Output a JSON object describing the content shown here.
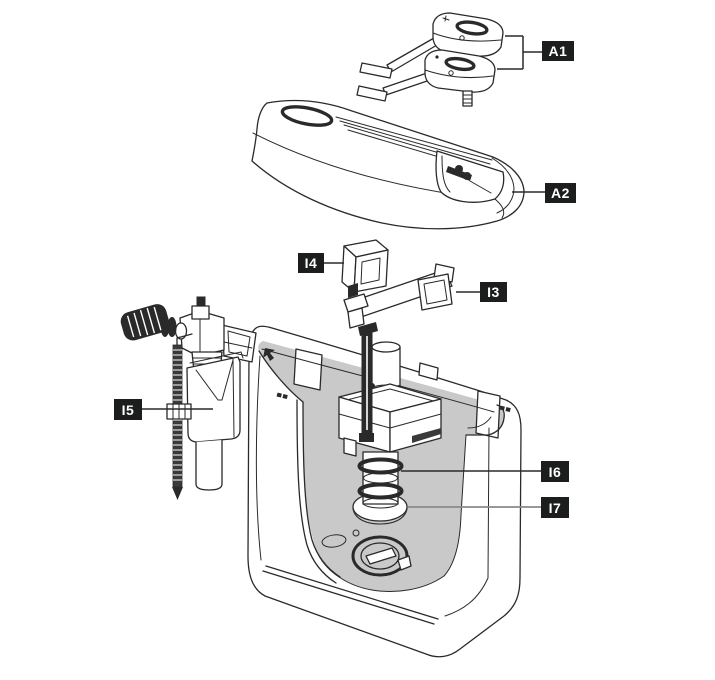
{
  "figure": {
    "type": "exploded-parts-diagram",
    "subject": "toilet cistern flush-tank assembly",
    "colors": {
      "background": "#ffffff",
      "line": "#2a2a2a",
      "interior_shading": "#c9c9c9",
      "label_background": "#1c1e1d",
      "label_text": "#ffffff",
      "gray_leader": "#8a8a8a"
    }
  },
  "labels": [
    {
      "text": "A1",
      "part": "flush-lever-pair"
    },
    {
      "text": "A2",
      "part": "cistern-lid"
    },
    {
      "text": "I4",
      "part": "mounting-clip-left"
    },
    {
      "text": "I3",
      "part": "mounting-bracket-right"
    },
    {
      "text": "I5",
      "part": "fill-valve-with-float-cup"
    },
    {
      "text": "I6",
      "part": "flush-valve-telescopic-tube"
    },
    {
      "text": "I7",
      "part": "flush-valve-base-flange"
    }
  ]
}
